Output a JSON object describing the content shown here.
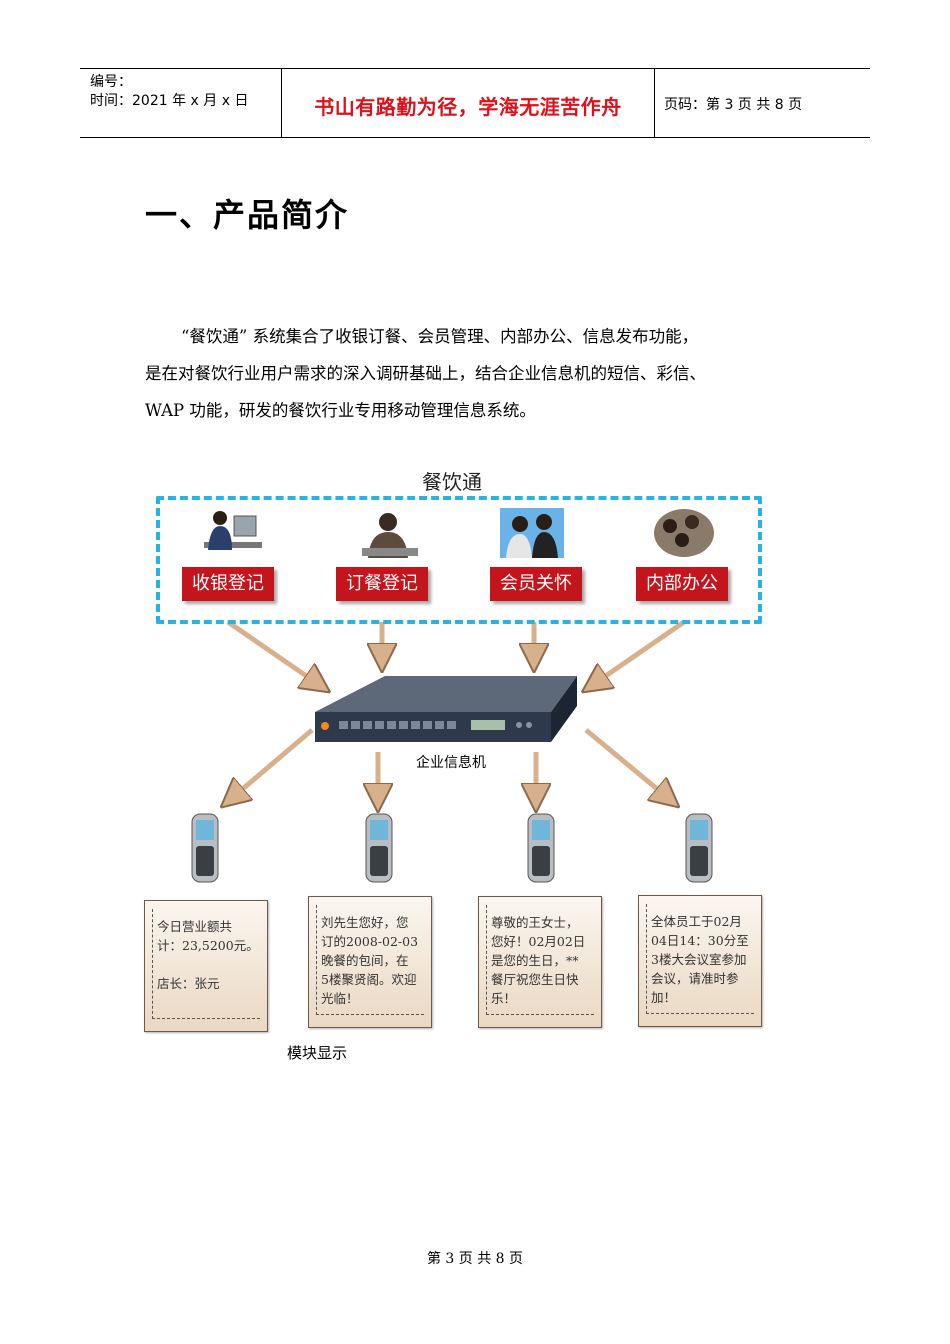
{
  "header": {
    "number_label": "编号：",
    "date_label": "时间：2021 年 x 月 x 日",
    "motto": "书山有路勤为径，学海无涯苦作舟",
    "page_info": "页码：第 3 页  共 8 页"
  },
  "section_title": "一、产品简介",
  "paragraph": {
    "line1": "“餐饮通”   系统集合了收银订餐、会员管理、内部办公、信息发布功能，",
    "line2": "是在对餐饮行业用户需求的深入调研基础上，结合企业信息机的短信、彩信、",
    "line3": "WAP 功能，研发的餐饮行业专用移动管理信息系统。"
  },
  "diagram": {
    "title": "餐饮通",
    "modules": [
      "收银登记",
      "订餐登记",
      "会员关怀",
      "内部办公"
    ],
    "server_label": "企业信息机",
    "messages": [
      "今日营业额共\n计：23,5200元。\n\n店长：张元",
      "刘先生您好，您\n订的2008-02-03\n晚餐的包间，在\n5楼聚贤阁。欢迎\n光临！",
      "尊敬的王女士，\n您好！02月02日\n是您的生日，**\n餐厅祝您生日快\n乐！",
      "全体员工于02月\n04日14：30分至\n3楼大会议室参加\n会议，请准时参\n加！"
    ],
    "caption": "模块显示",
    "colors": {
      "module_bg": "#c4141c",
      "dash_border": "#27b4e0",
      "arrow": "#d9b08c"
    }
  },
  "footer": "第 3 页 共 8 页"
}
